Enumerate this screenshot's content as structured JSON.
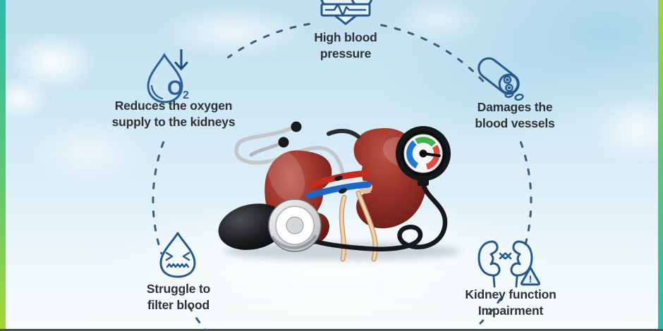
{
  "meta": {
    "title": "High blood pressure effects on the kidneys",
    "center_illustration": "kidneys-with-sphygmomanometer-and-stethoscope"
  },
  "theme": {
    "stripe_teal": "#2abcab",
    "stripe_lime": "#a6d636",
    "icon_blue": "#27588c",
    "dash_blue": "#3c5c7e",
    "text_dark": "#2e3236",
    "background_blue": "#cde7f3",
    "kidney_red": "#93302a",
    "gauge_green": "#44b24c",
    "gauge_blue": "#1e78d6",
    "gauge_red": "#e64840"
  },
  "nodes": {
    "top": {
      "line1": "High blood",
      "line2": "pressure",
      "icon": "heart-pulse-icon"
    },
    "left_upper": {
      "line1": "Reduces the oxygen",
      "line2": "supply to the kidneys",
      "icon": "oxygen-drop-icon",
      "symbol": "O",
      "symbol_sub": "2"
    },
    "right_upper": {
      "line1": "Damages the",
      "line2": "blood vessels",
      "icon": "blood-vessel-icon"
    },
    "left_lower": {
      "line1": "Struggle to",
      "line2": "filter blood",
      "icon": "struggling-drop-icon"
    },
    "right_lower": {
      "line1": "Kidney function",
      "line2": "Impairment",
      "icon": "kidney-warning-icon",
      "mark": "!"
    }
  }
}
